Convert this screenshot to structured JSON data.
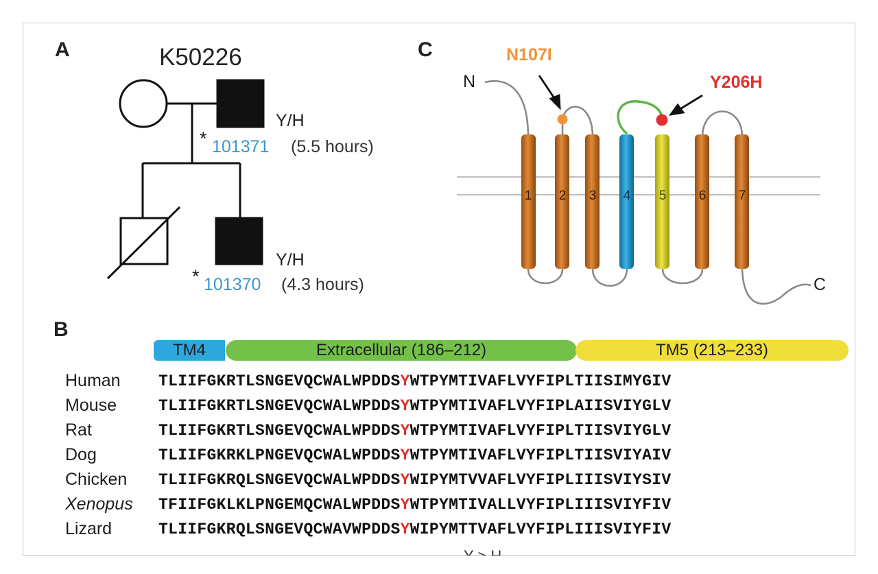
{
  "panels": {
    "a": "A",
    "b": "B",
    "c": "C"
  },
  "pedigree": {
    "family_id": "K50226",
    "father_genotype": "Y/H",
    "father_marker": "*",
    "father_id": "101371",
    "father_detail": "(5.5 hours)",
    "son_genotype": "Y/H",
    "son_marker": "*",
    "son_id": "101370",
    "son_detail": "(4.3 hours)"
  },
  "topology": {
    "n_term": "N",
    "c_term": "C",
    "mutation_1": "N107I",
    "mutation_2": "Y206H",
    "helices": [
      "1",
      "2",
      "3",
      "4",
      "5",
      "6",
      "7"
    ]
  },
  "alignment": {
    "domains": [
      "TM4",
      "Extracellular (186–212)",
      "TM5 (213–233)"
    ],
    "rows": [
      {
        "species": "Human",
        "pre": "TLIIFGKRTLSNGEVQCWALWPDDS",
        "site": "Y",
        "post": "WTPYMTIVAFLVYFIPLTIISIMYGIV"
      },
      {
        "species": "Mouse",
        "pre": "TLIIFGKRTLSNGEVQCWALWPDDS",
        "site": "Y",
        "post": "WTPYMTIVAFLVYFIPLAIISVIYGLV"
      },
      {
        "species": "Rat",
        "pre": "TLIIFGKRTLSNGEVQCWALWPDDS",
        "site": "Y",
        "post": "WTPYMTIVAFLVYFIPLTIISVIYGLV"
      },
      {
        "species": "Dog",
        "pre": "TLIIFGKRKLPNGEVQCWALWPDDS",
        "site": "Y",
        "post": "WTPYMTIVAFLVYFIPLTIISVIYAIV"
      },
      {
        "species": "Chicken",
        "pre": "TLIIFGKRQLSNGEVQCWALWPDDS",
        "site": "Y",
        "post": "WIPYMTVVAFLVYFIPLIIISVIYSIV"
      },
      {
        "species": "Xenopus",
        "pre": "TFIIFGKLKLPNGEMQCWALWPDDS",
        "site": "Y",
        "post": "WTPYMTIVALLVYFIPLIIISVIYFIV"
      },
      {
        "species": "Lizard",
        "pre": "TLIIFGKRQLSNGEVQCWAVWPDDS",
        "site": "Y",
        "post": "WIPYMTTVAFLVYFIPLIIISVIYFIV"
      }
    ],
    "footer": "Y > H"
  },
  "colors": {
    "helix_orange": "#c86e1e",
    "helix_blue": "#1e96cf",
    "helix_yellow": "#d4cd1d",
    "loop_green": "#5bb646",
    "mut_orange": "#f0943a",
    "mut_red": "#e0302e",
    "id_blue": "#3d97c9",
    "band_blue": "#2ea7de",
    "band_green": "#74c14a",
    "band_yellow": "#f0df3a"
  }
}
